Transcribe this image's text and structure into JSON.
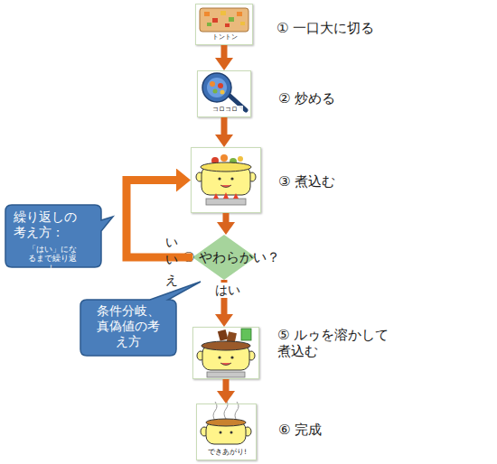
{
  "diagram": {
    "nodes": [
      {
        "text": [
          "トントン",
          "① 一口大に切る"
        ]
      },
      {
        "text": [
          "コロコロ",
          "② 炒める"
        ]
      },
      {
        "text": [
          "③ 煮込む"
        ]
      },
      {
        "text": [
          "④ やわらかい？"
        ]
      },
      {
        "text": [
          "⑤ ルゥを溶かして煮込む"
        ]
      },
      {
        "text": [
          "できあがり!",
          "⑥ 完成"
        ]
      },
      {
        "text": [
          "繰り返しの考え方：",
          "「はい」になるまで繰り返し"
        ]
      },
      {
        "text": [
          "条件分岐、真偽値の考え方"
        ]
      }
    ],
    "edges": [
      {
        "from": 0,
        "to": 1,
        "arrow": "to"
      },
      {
        "from": 1,
        "to": 2,
        "arrow": "to"
      },
      {
        "from": 2,
        "to": 3,
        "arrow": "to"
      },
      {
        "from": 3,
        "to": 4,
        "arrow": "to",
        "label": "はい"
      },
      {
        "from": 4,
        "to": 5,
        "arrow": "to"
      },
      {
        "from": 3,
        "to": 2,
        "arrow": "to",
        "label": "いいえ"
      }
    ]
  }
}
